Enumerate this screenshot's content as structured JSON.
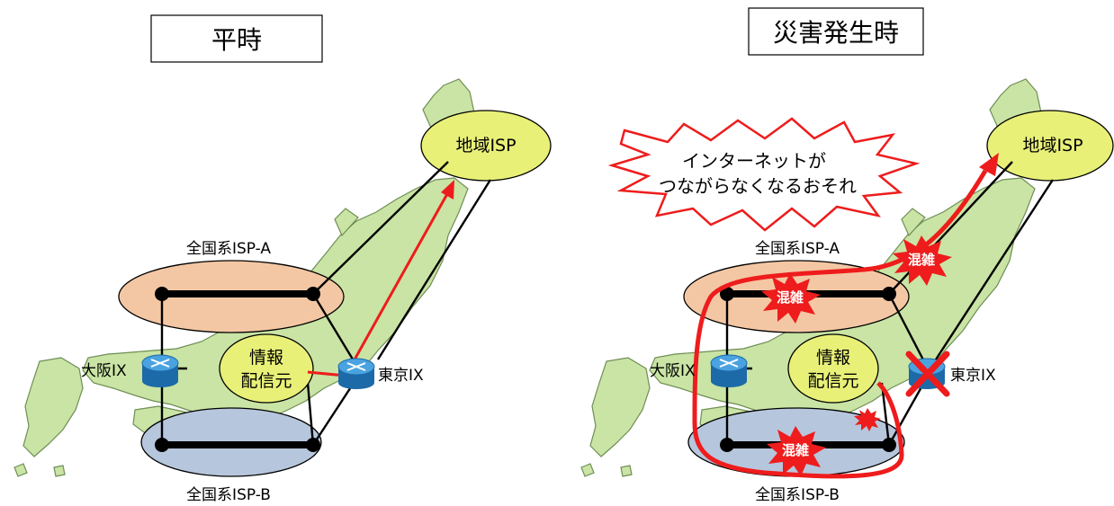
{
  "left": {
    "title": "平時",
    "regional_isp": "地域ISP",
    "isp_a": "全国系ISP-A",
    "isp_b": "全国系ISP-B",
    "osaka_ix": "大阪IX",
    "tokyo_ix": "東京IX",
    "source_line1": "情報",
    "source_line2": "配信元"
  },
  "right": {
    "title": "災害発生時",
    "regional_isp": "地域ISP",
    "isp_a": "全国系ISP-A",
    "isp_b": "全国系ISP-B",
    "osaka_ix": "大阪IX",
    "tokyo_ix": "東京IX",
    "source_line1": "情報",
    "source_line2": "配信元",
    "warning_line1": "インターネットが",
    "warning_line2": "つながらなくなるおそれ",
    "congestion_label": "混雑"
  },
  "colors": {
    "land": "#c9e4a4",
    "land_stroke": "#6f8e55",
    "regional_isp_fill": "#e8f078",
    "isp_a_fill": "#f4c7a4",
    "isp_b_fill": "#b6c6dc",
    "path_red": "#ee1c1c",
    "router": "#2e86c9"
  },
  "icons": {
    "router": "router-icon",
    "congestion": "explosion-burst-icon",
    "failure": "x-mark-icon",
    "warning": "speech-burst-icon"
  }
}
